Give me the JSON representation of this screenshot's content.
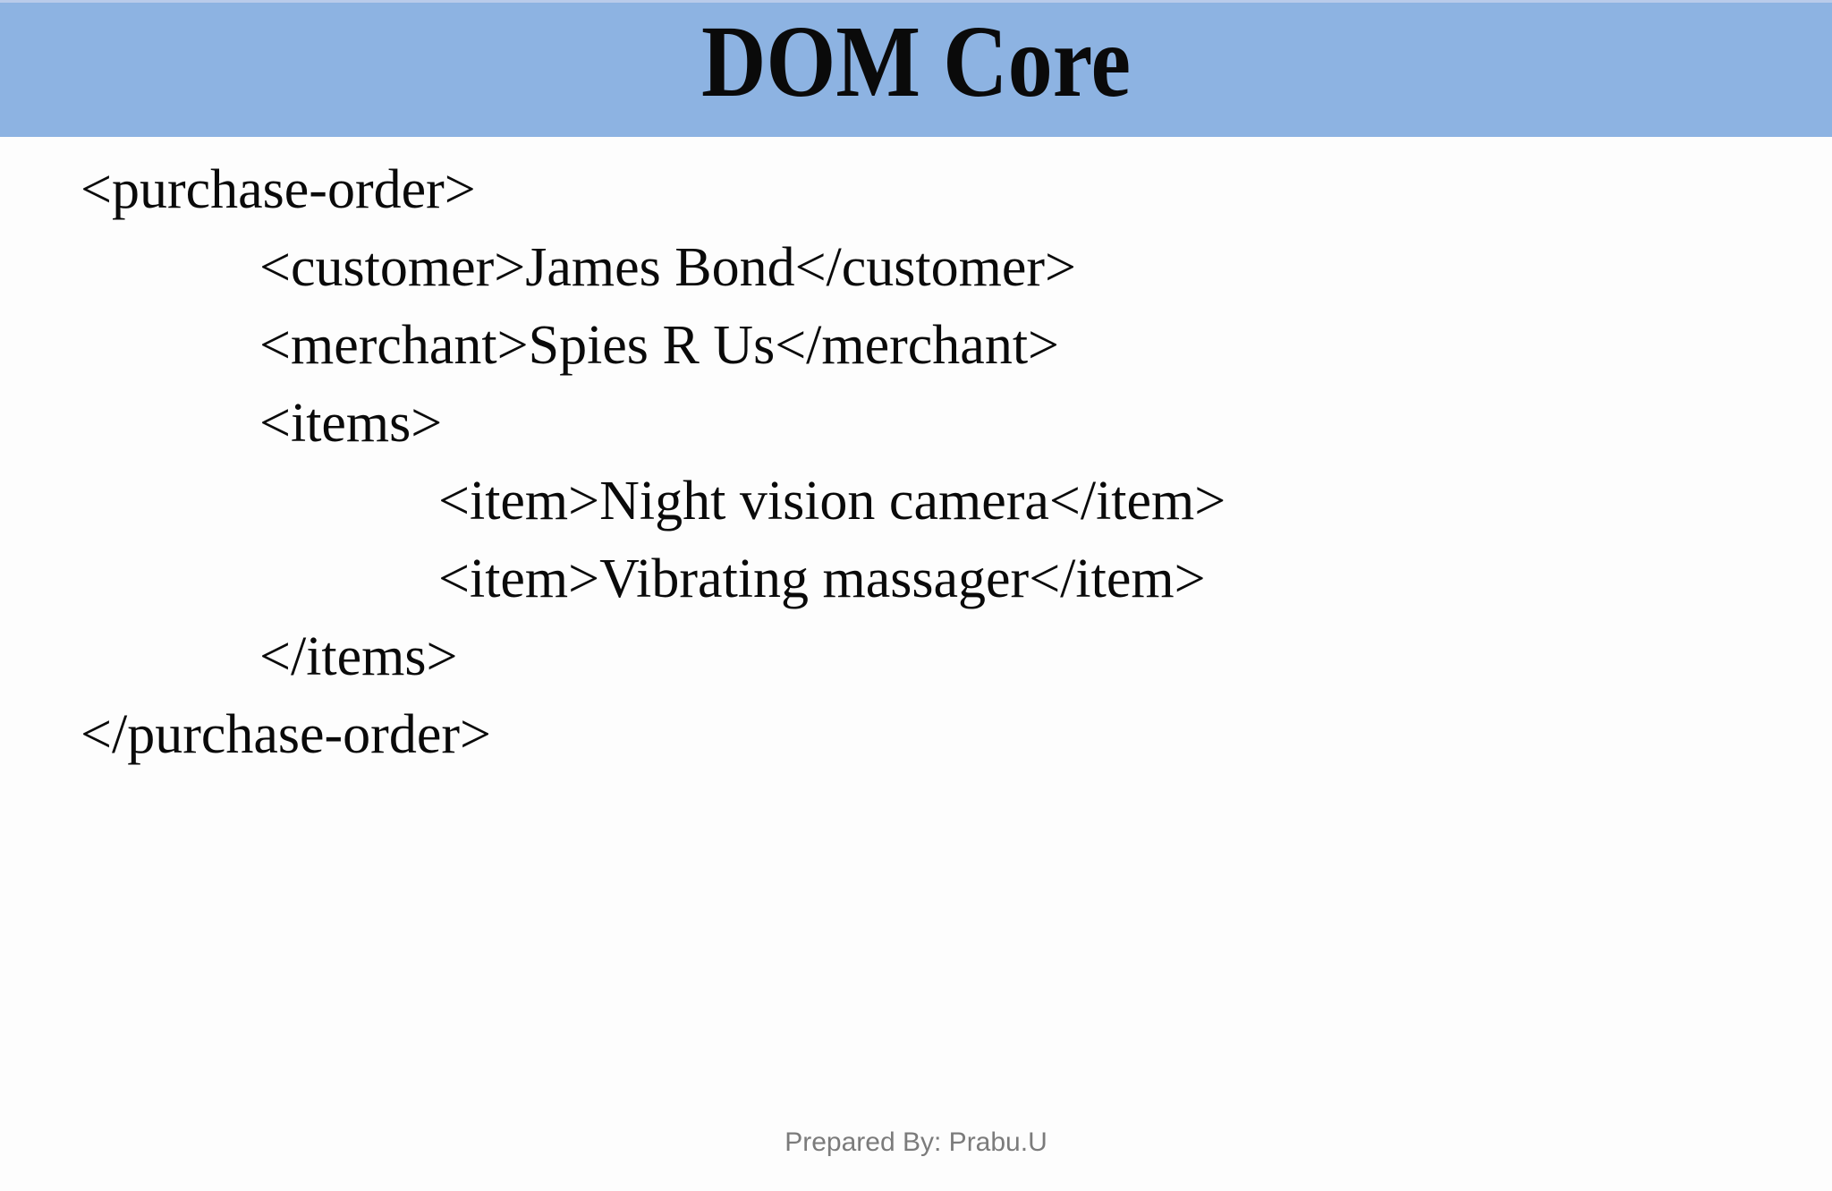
{
  "slide": {
    "title": "DOM Core",
    "footer": "Prepared By: Prabu.U"
  },
  "code_lines": [
    {
      "indent": 0,
      "text": "<purchase-order>"
    },
    {
      "indent": 1,
      "text": "<customer>James Bond</customer>"
    },
    {
      "indent": 1,
      "text": "<merchant>Spies R Us</merchant>"
    },
    {
      "indent": 1,
      "text": "<items>"
    },
    {
      "indent": 2,
      "text": "<item>Night vision camera</item>"
    },
    {
      "indent": 2,
      "text": "<item>Vibrating massager</item>"
    },
    {
      "indent": 1,
      "text": "</items>"
    },
    {
      "indent": 0,
      "text": "</purchase-order>"
    }
  ],
  "colors": {
    "header_bg": "#8db3e2",
    "header_top_strip": "#b9cbea",
    "text": "#0a0a0a",
    "footer_text": "#7b7b7b",
    "background": "#fdfdfd"
  }
}
